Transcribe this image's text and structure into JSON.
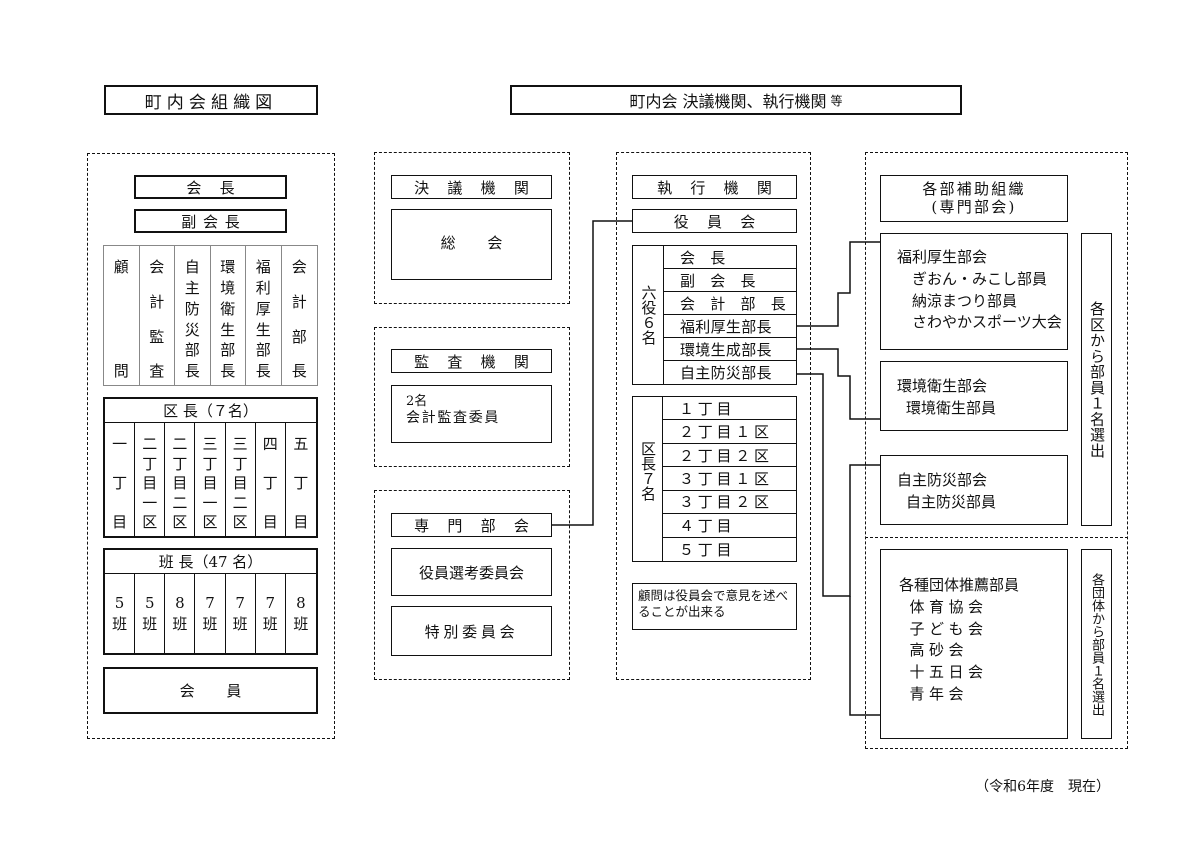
{
  "titles": {
    "left": "町内会組織図",
    "right_main": "町内会 決議機関、執行機関",
    "right_suffix": "等"
  },
  "left": {
    "kaicho": "会 長",
    "fukukaicho": "副会長",
    "roles": [
      [
        "顧",
        "問"
      ],
      [
        "会",
        "計",
        "監",
        "査"
      ],
      [
        "自",
        "主",
        "防",
        "災",
        "部",
        "長"
      ],
      [
        "環",
        "境",
        "衛",
        "生",
        "部",
        "長"
      ],
      [
        "福",
        "利",
        "厚",
        "生",
        "部",
        "長"
      ],
      [
        "会",
        "計",
        "部",
        "長"
      ]
    ],
    "kucho_header": "区 長（７名）",
    "kucho": [
      [
        "一",
        "丁",
        "目"
      ],
      [
        "二",
        "丁",
        "目",
        "一",
        "区"
      ],
      [
        "二",
        "丁",
        "目",
        "二",
        "区"
      ],
      [
        "三",
        "丁",
        "目",
        "一",
        "区"
      ],
      [
        "三",
        "丁",
        "目",
        "二",
        "区"
      ],
      [
        "四",
        "丁",
        "目"
      ],
      [
        "五",
        "丁",
        "目"
      ]
    ],
    "hancho_header": "班 長（47 名）",
    "hancho": [
      [
        "5",
        "班"
      ],
      [
        "5",
        "班"
      ],
      [
        "8",
        "班"
      ],
      [
        "7",
        "班"
      ],
      [
        "7",
        "班"
      ],
      [
        "7",
        "班"
      ],
      [
        "8",
        "班"
      ]
    ],
    "kaiin": "会 員"
  },
  "ketsugi": {
    "header": "決 議 機 関",
    "body": "総 会"
  },
  "kansa": {
    "header": "監 査 機 関",
    "line1": "2名",
    "line2": "会計監査委員"
  },
  "senmon": {
    "header": "専 門 部 会",
    "items": [
      "役員選考委員会",
      "特別委員会"
    ]
  },
  "shikko": {
    "header": "執 行 機 関",
    "yakuinkai": "役 員 会",
    "rokuyaku_label": "六役６名",
    "rokuyaku": [
      "会 長",
      "副 会 長",
      "会 計 部 長",
      "福利厚生部長",
      "環境生成部長",
      "自主防災部長"
    ],
    "kucho_label": "区長７名",
    "kucho": [
      "１丁目",
      "２丁目１区",
      "２丁目２区",
      "３丁目１区",
      "３丁目２区",
      "４丁目",
      "５丁目"
    ],
    "note": "顧問は役員会で意見を述べることが出来る"
  },
  "hojo": {
    "header_line1": "各部補助組織",
    "header_line2": "(専門部会)",
    "fukuri": {
      "title": "福利厚生部会",
      "items": [
        "ぎおん・みこし部員",
        "納涼まつり部員",
        "さわやかスポーツ大会"
      ]
    },
    "kankyo": {
      "title": "環境衛生部会",
      "items": [
        "環境衛生部員"
      ]
    },
    "bosai": {
      "title": "自主防災部会",
      "items": [
        "自主防災部員"
      ]
    },
    "dantai": {
      "title": "各種団体推薦部員",
      "items": [
        "体育協会",
        "子ども会",
        "高砂会",
        "十五日会",
        "青年会"
      ]
    },
    "side1": "各区から部員１名選出",
    "side2": "各団体から部員１名選出"
  },
  "footer": "（令和6年度　現在）"
}
